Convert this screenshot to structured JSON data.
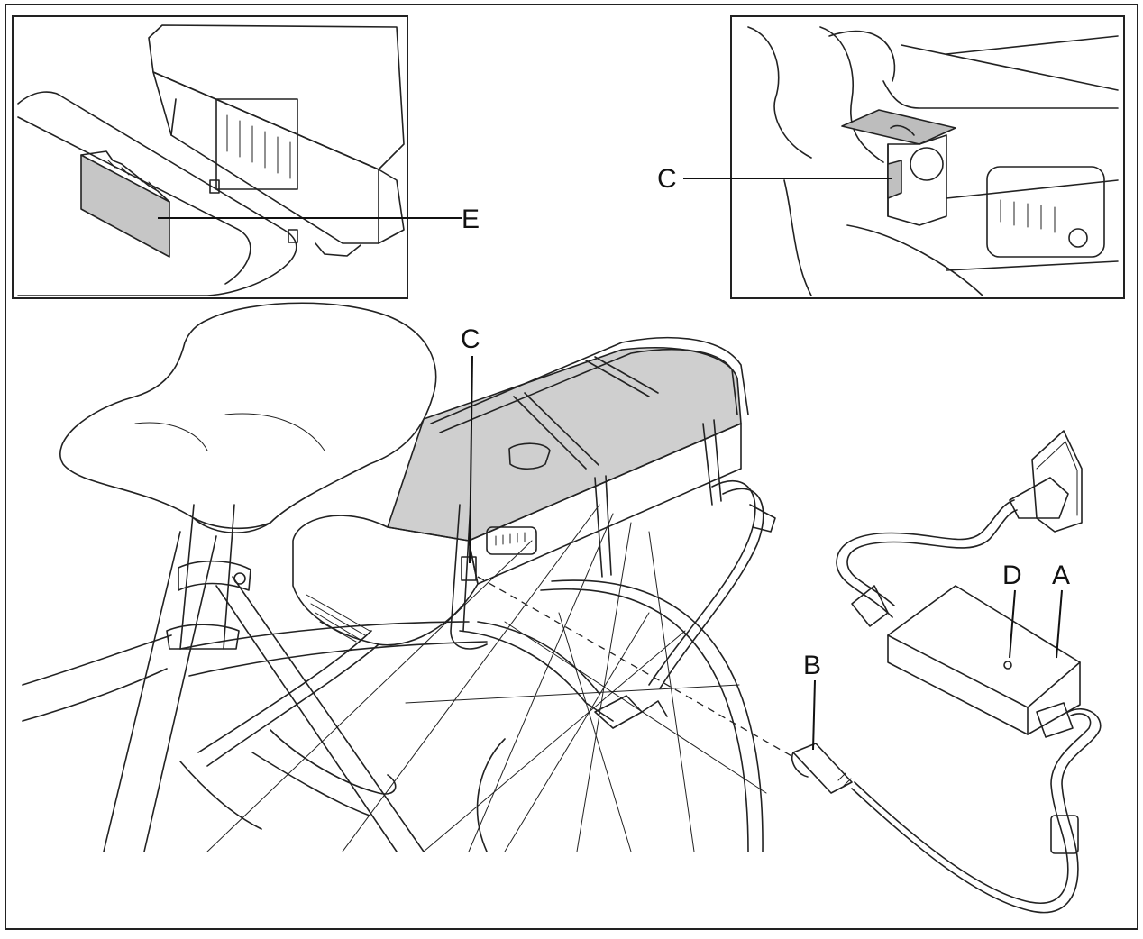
{
  "colors": {
    "line": "#222222",
    "battery_fill": "#cfcfcf",
    "battery_dark": "#9a9a9a",
    "background": "#ffffff"
  },
  "callouts": {
    "inset_left_E": "E",
    "inset_right_C": "C",
    "main_C": "C",
    "charger_D": "D",
    "charger_A": "A",
    "plug_B": "B"
  }
}
